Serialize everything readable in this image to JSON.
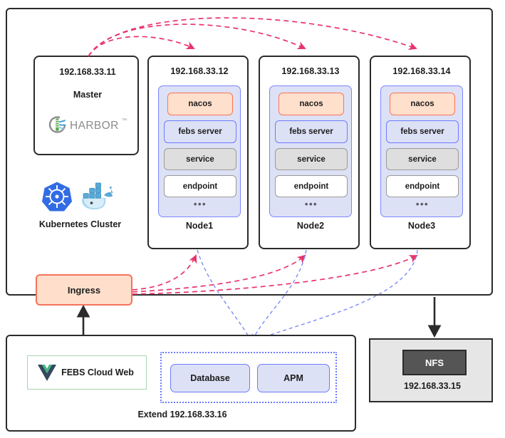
{
  "diagram": {
    "title": "FEBS Cloud Kubernetes deployment architecture",
    "colors": {
      "accent_pink": "#e8336d",
      "accent_blue": "#6c7bff",
      "nacos_fill": "#ffe0cc",
      "nacos_border": "#ff7257",
      "panel_fill": "#dde1f5",
      "ingress_fill": "#ffdfcc",
      "ingress_border": "#f4725b",
      "nfs_fill": "#555555",
      "border_dark": "#2b2b2b"
    }
  },
  "cluster": {
    "master": {
      "ip": "192.168.33.11",
      "role": "Master",
      "registry_logo": "harbor-logo",
      "registry_name": "HARBOR"
    },
    "platform_label": "Kubernetes Cluster",
    "platform_icons": [
      "kubernetes-icon",
      "docker-icon"
    ],
    "nodes": [
      {
        "ip": "192.168.33.12",
        "name": "Node1",
        "components": [
          "nacos",
          "febs server",
          "service",
          "endpoint"
        ],
        "more": "•••"
      },
      {
        "ip": "192.168.33.13",
        "name": "Node2",
        "components": [
          "nacos",
          "febs server",
          "service",
          "endpoint"
        ],
        "more": "•••"
      },
      {
        "ip": "192.168.33.14",
        "name": "Node3",
        "components": [
          "nacos",
          "febs server",
          "service",
          "endpoint"
        ],
        "more": "•••"
      }
    ],
    "ingress": {
      "label": "Ingress"
    }
  },
  "extend": {
    "footer_label": "Extend 192.168.33.16",
    "web": {
      "logo": "vue-logo",
      "label": "FEBS Cloud Web"
    },
    "services": [
      "Database",
      "APM"
    ]
  },
  "storage": {
    "name": "NFS",
    "ip": "192.168.33.15"
  }
}
